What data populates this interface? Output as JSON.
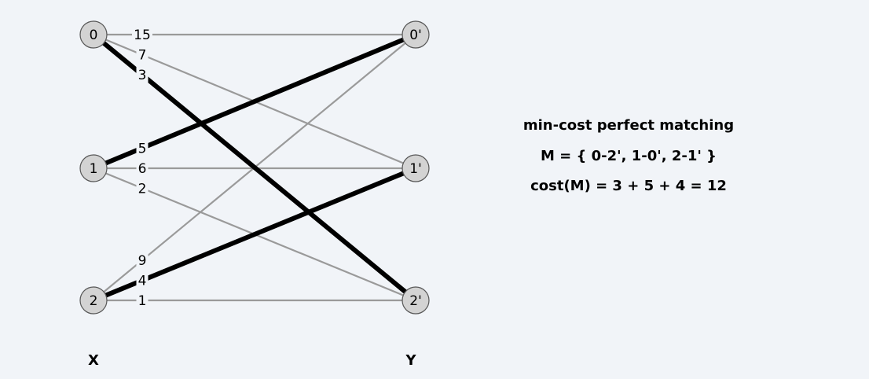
{
  "graph": {
    "left_nodes": [
      {
        "id": "0",
        "label": "0"
      },
      {
        "id": "1",
        "label": "1"
      },
      {
        "id": "2",
        "label": "2"
      }
    ],
    "right_nodes": [
      {
        "id": "0'",
        "label": "0'"
      },
      {
        "id": "1'",
        "label": "1'"
      },
      {
        "id": "2'",
        "label": "2'"
      }
    ],
    "left_set_label": "X",
    "right_set_label": "Y",
    "edges": [
      {
        "from": 0,
        "to": 0,
        "weight": "15",
        "matched": false
      },
      {
        "from": 0,
        "to": 1,
        "weight": "7",
        "matched": false
      },
      {
        "from": 0,
        "to": 2,
        "weight": "3",
        "matched": true
      },
      {
        "from": 1,
        "to": 0,
        "weight": "5",
        "matched": true
      },
      {
        "from": 1,
        "to": 1,
        "weight": "6",
        "matched": false
      },
      {
        "from": 1,
        "to": 2,
        "weight": "2",
        "matched": false
      },
      {
        "from": 2,
        "to": 0,
        "weight": "9",
        "matched": false
      },
      {
        "from": 2,
        "to": 1,
        "weight": "4",
        "matched": true
      },
      {
        "from": 2,
        "to": 2,
        "weight": "1",
        "matched": false
      }
    ],
    "colors": {
      "node_fill": "#d3d3d3",
      "node_stroke": "#555555",
      "edge": "#9a9a9a",
      "matched_edge": "#000000",
      "background": "#f1f4f8"
    }
  },
  "info": {
    "title": "min-cost perfect matching",
    "matching": "M = { 0-2', 1-0', 2-1' }",
    "cost": "cost(M) = 3 + 5 + 4 = 12"
  }
}
